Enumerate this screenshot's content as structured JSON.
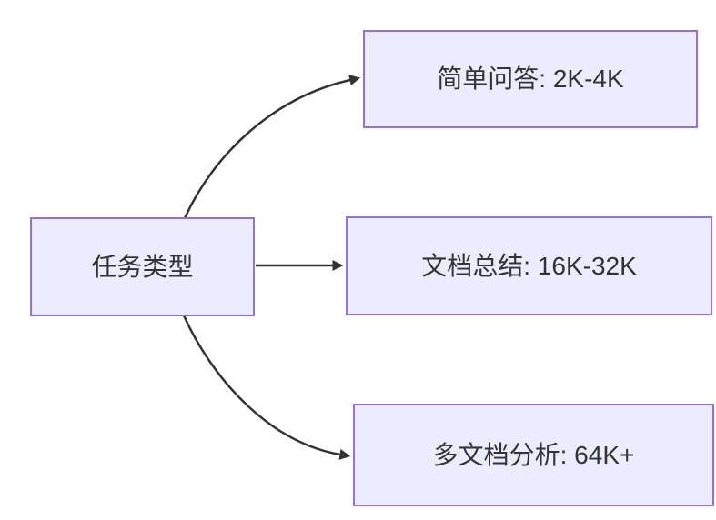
{
  "diagram": {
    "type": "flowchart-left-to-right",
    "colors": {
      "node_fill": "#ECECFF",
      "node_border": "#9370DB",
      "edge": "#333333",
      "text": "#333333",
      "background": "#ffffff"
    },
    "root": {
      "label": "任务类型"
    },
    "branches": [
      {
        "label": "简单问答: 2K-4K"
      },
      {
        "label": "文档总结: 16K-32K"
      },
      {
        "label": "多文档分析: 64K+"
      }
    ],
    "edges": [
      {
        "from": "任务类型",
        "to": "简单问答: 2K-4K"
      },
      {
        "from": "任务类型",
        "to": "文档总结: 16K-32K"
      },
      {
        "from": "任务类型",
        "to": "多文档分析: 64K+"
      }
    ]
  }
}
